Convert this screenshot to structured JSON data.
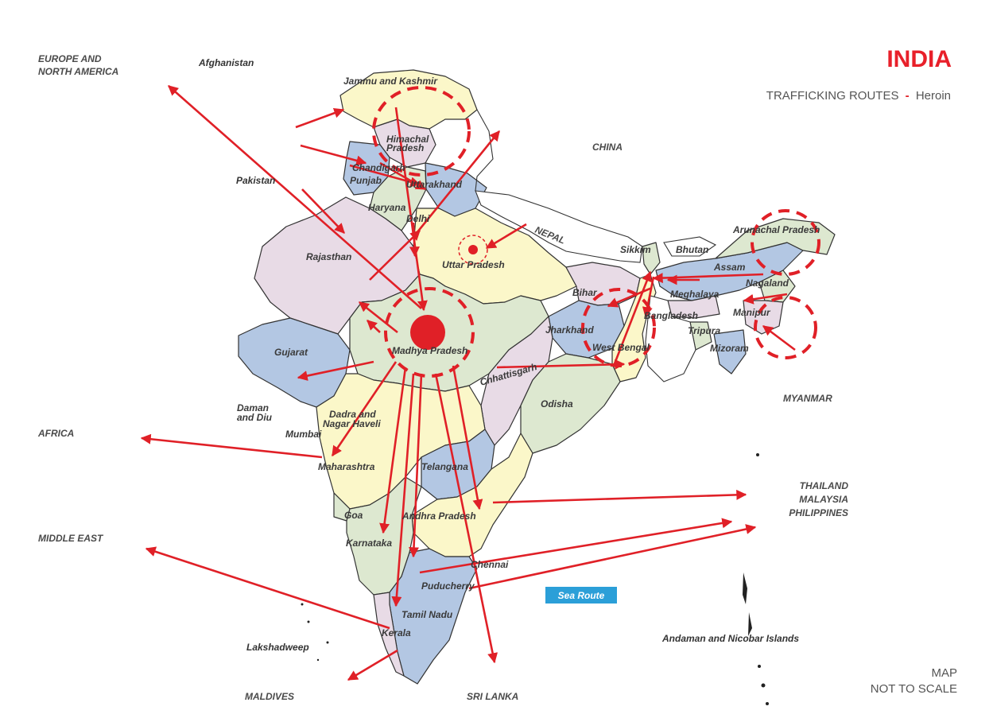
{
  "header": {
    "title": "INDIA",
    "subtitle_main": "TRAFFICKING ROUTES",
    "subtitle_dash": "-",
    "subtitle_drug": "Heroin"
  },
  "footer": {
    "note_line1": "MAP",
    "note_line2": "NOT TO SCALE"
  },
  "sea_route": {
    "label": "Sea Route",
    "color": "#2b9fd8"
  },
  "colors": {
    "route": "#e02027",
    "pink": "#e8dbe6",
    "yellow": "#fbf7c9",
    "blue": "#b3c7e3",
    "green": "#dde8d0",
    "border": "#333333"
  },
  "regions": {
    "europe_line1": "EUROPE AND",
    "europe_line2": "NORTH AMERICA",
    "afghanistan": "Afghanistan",
    "pakistan": "Pakistan",
    "china": "CHINA",
    "nepal": "NEPAL",
    "myanmar": "MYANMAR",
    "africa": "AFRICA",
    "middle_east": "MIDDLE EAST",
    "thailand": "THAILAND",
    "malaysia": "MALAYSIA",
    "philippines": "PHILIPPINES",
    "maldives": "MALDIVES",
    "sri_lanka": "SRI LANKA",
    "andaman": "Andaman and Nicobar Islands",
    "lakshadweep": "Lakshadweep"
  },
  "states": {
    "jammu_kashmir": "Jammu and Kashmir",
    "himachal_1": "Himachal",
    "himachal_2": "Pradesh",
    "chandigarh": "Chandigarh",
    "punjab": "Punjab",
    "uttarakhand": "Uttarakhand",
    "haryana": "Haryana",
    "delhi": "Delhi",
    "uttar_pradesh": "Uttar Pradesh",
    "rajasthan": "Rajasthan",
    "sikkim": "Sikkim",
    "bhutan": "Bhutan",
    "arunachal": "Arunachal Pradesh",
    "assam": "Assam",
    "nagaland": "Nagaland",
    "meghalaya": "Meghalaya",
    "manipur": "Manipur",
    "bihar": "Bihar",
    "bangladesh": "Bangladesh",
    "tripura": "Tripura",
    "mizoram": "Mizoram",
    "jharkhand": "Jharkhand",
    "west_bengal": "West Bengal",
    "madhya_pradesh": "Madhya Pradesh",
    "gujarat": "Gujarat",
    "chhattisgarh": "Chhattisgarh",
    "odisha": "Odisha",
    "daman_1": "Daman",
    "daman_2": "and Diu",
    "dadra_1": "Dadra and",
    "dadra_2": "Nagar Haveli",
    "mumbai": "Mumbai",
    "maharashtra": "Maharashtra",
    "telangana": "Telangana",
    "goa": "Goa",
    "andhra": "Andhra Pradesh",
    "karnataka": "Karnataka",
    "chennai": "Chennai",
    "puducherry": "Puducherry",
    "tamil_nadu": "Tamil Nadu",
    "kerala": "Kerala"
  }
}
